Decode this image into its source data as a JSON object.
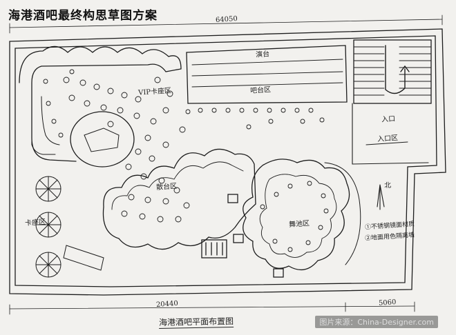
{
  "title": "海港酒吧最终构思草图方案",
  "dimensions": {
    "top": "64050",
    "bottom_main": "20440",
    "bottom_right": "5060"
  },
  "labels": {
    "vip_seating": "VIP卡座区",
    "seating_small": "卡座区",
    "entrance": "入口",
    "entrance_area": "入口区",
    "north": "北",
    "bar_stage": "吧台区",
    "round_tables": "散台区",
    "dance_area": "舞池区",
    "stage_label": "演台",
    "plan_title": "海港酒吧平面布置图",
    "note1": "①不锈钢镜面材质",
    "note2": "②地面用色隔离墙"
  },
  "watermark": "图片来源：China-Designer.com",
  "colors": {
    "ink": "#1c1c1c",
    "paper": "#f2f1ee"
  }
}
